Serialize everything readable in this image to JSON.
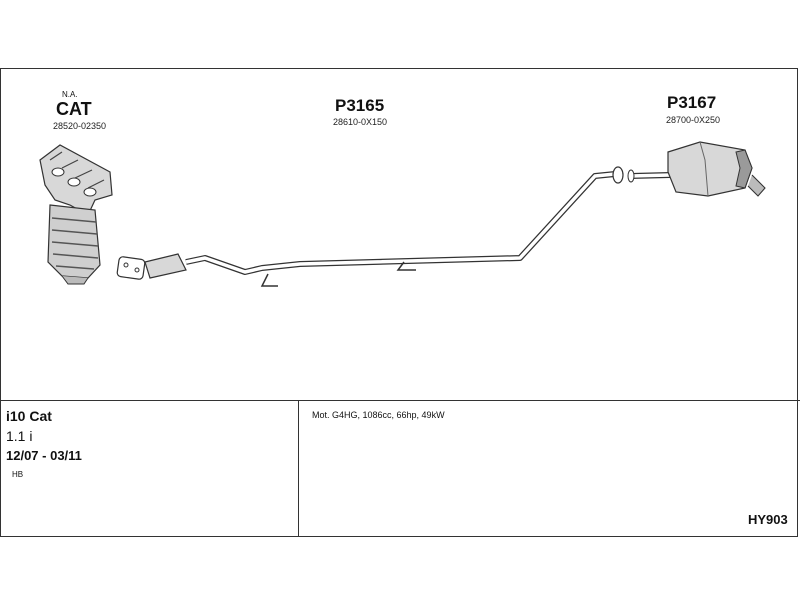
{
  "parts": {
    "cat": {
      "note": "N.A.",
      "code": "CAT",
      "oem": "28520-02350"
    },
    "front_pipe": {
      "code": "P3165",
      "oem": "28610-0X150"
    },
    "rear_silencer": {
      "code": "P3167",
      "oem": "28700-0X250"
    }
  },
  "vehicle": {
    "model": "i10 Cat",
    "engine": "1.1 i",
    "years": "12/07 - 03/11",
    "body": "HB"
  },
  "specs": "Mot. G4HG, 1086cc, 66hp, 49kW",
  "diagram_id": "HY903",
  "colors": {
    "line": "#333333",
    "part_fill": "#d8d8d8",
    "part_shade": "#9a9a9a"
  }
}
